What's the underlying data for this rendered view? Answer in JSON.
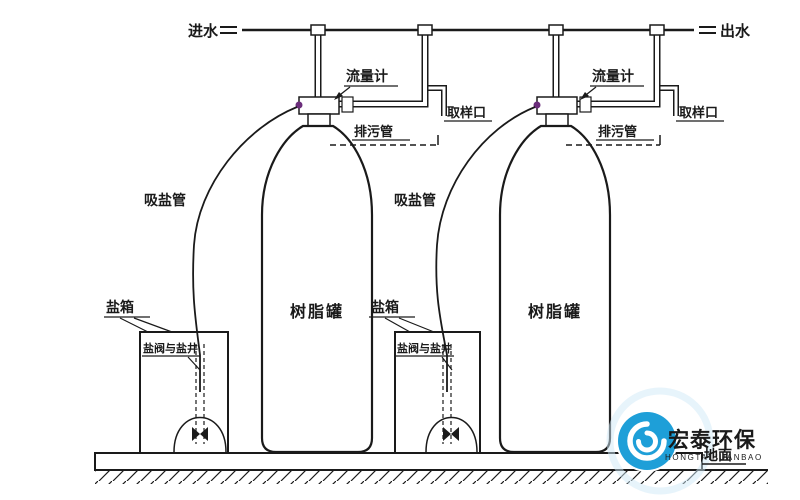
{
  "labels": {
    "inlet": "进水",
    "outlet": "出水",
    "flow_meter": "流量计",
    "sampling_port": "取样口",
    "drain_pipe": "排污管",
    "salt_suction_pipe": "吸盐管",
    "salt_box": "盐箱",
    "resin_tank": "树脂罐",
    "salt_valve_and_well": "盐阀与盐井",
    "ground": "地面"
  },
  "logo": {
    "name": "宏泰环保",
    "subtext": "HONGTAIHUANBAO",
    "brand_color": "#1E9FD8",
    "subtext_color": "#90D1EE"
  },
  "colors": {
    "line": "#1a1a1a",
    "background": "#ffffff",
    "valve_port": "#6B2D7B"
  }
}
